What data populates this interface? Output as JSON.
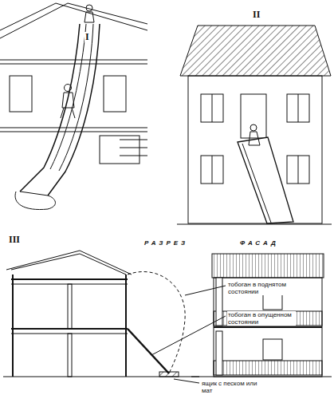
{
  "diagram": {
    "labels": [
      "I",
      "II",
      "III",
      "РАЗРЕЗ",
      "ФАСАД",
      "тобоган в поднятом состоянии",
      "тобоган в опущенном состоянии",
      "ящик с песком или мат"
    ]
  }
}
